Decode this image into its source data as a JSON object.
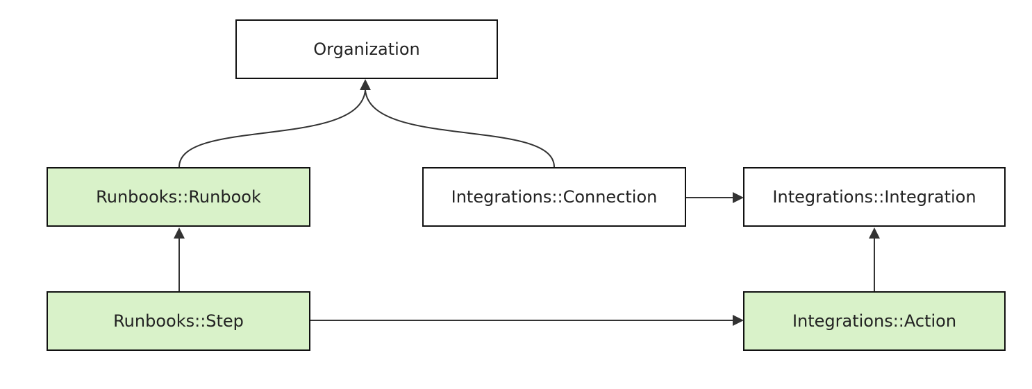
{
  "nodes": {
    "organization": {
      "label": "Organization",
      "fill": "#ffffff"
    },
    "runbook": {
      "label": "Runbooks::Runbook",
      "fill": "#d9f2c9"
    },
    "connection": {
      "label": "Integrations::Connection",
      "fill": "#ffffff"
    },
    "integration": {
      "label": "Integrations::Integration",
      "fill": "#ffffff"
    },
    "step": {
      "label": "Runbooks::Step",
      "fill": "#d9f2c9"
    },
    "action": {
      "label": "Integrations::Action",
      "fill": "#d9f2c9"
    }
  },
  "edges": [
    {
      "from": "runbook",
      "to": "organization"
    },
    {
      "from": "connection",
      "to": "organization"
    },
    {
      "from": "connection",
      "to": "integration"
    },
    {
      "from": "step",
      "to": "runbook"
    },
    {
      "from": "step",
      "to": "action"
    },
    {
      "from": "action",
      "to": "integration"
    }
  ],
  "colors": {
    "node_green": "#d9f2c9",
    "node_white": "#ffffff",
    "border": "#111111",
    "edge": "#333333"
  }
}
